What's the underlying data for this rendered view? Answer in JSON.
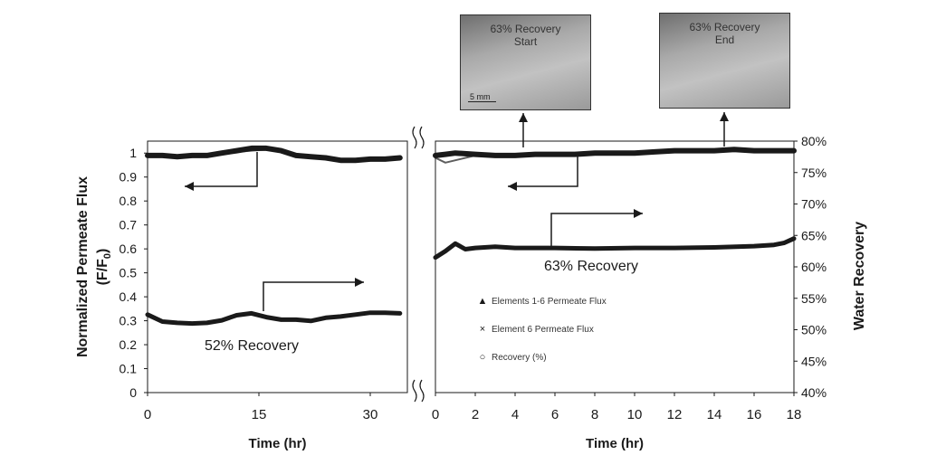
{
  "chart_data": {
    "type": "line",
    "left_axis": {
      "label_line1": "Normalized Permeate Flux",
      "label_line2": "(F/F",
      "label_sub": "0",
      "label_end": ")",
      "range": [
        0,
        1.05
      ],
      "ticks": [
        "0",
        "0.1",
        "0.2",
        "0.3",
        "0.4",
        "0.5",
        "0.6",
        "0.7",
        "0.8",
        "0.9",
        "1"
      ]
    },
    "right_axis": {
      "label": "Water Recovery",
      "range": [
        40,
        80
      ],
      "ticks": [
        "40%",
        "45%",
        "50%",
        "55%",
        "60%",
        "65%",
        "70%",
        "75%",
        "80%"
      ]
    },
    "panels": [
      {
        "xlabel": "Time (hr)",
        "xlim": [
          0,
          35
        ],
        "xticks": [
          "0",
          "15",
          "30"
        ],
        "annotation": "52% Recovery",
        "series": [
          {
            "name": "Elements 1-6 Permeate Flux",
            "x": [
              0,
              2,
              4,
              6,
              8,
              10,
              12,
              14,
              16,
              18,
              20,
              22,
              24,
              26,
              28,
              30,
              32,
              34
            ],
            "y": [
              0.99,
              0.99,
              0.985,
              0.99,
              0.99,
              1.0,
              1.01,
              1.02,
              1.02,
              1.01,
              0.99,
              0.985,
              0.98,
              0.97,
              0.97,
              0.975,
              0.975,
              0.98
            ]
          },
          {
            "name": "Element 6 Permeate Flux",
            "x": [
              0,
              2,
              4,
              6,
              8,
              10,
              12,
              14,
              16,
              18,
              20,
              22,
              24,
              26,
              28,
              30,
              32,
              34
            ],
            "y": [
              0.985,
              0.99,
              0.98,
              0.985,
              0.99,
              0.995,
              1.005,
              1.01,
              1.015,
              1.01,
              0.99,
              0.98,
              0.975,
              0.97,
              0.965,
              0.97,
              0.97,
              0.975
            ]
          },
          {
            "name": "Recovery (%)",
            "x": [
              0,
              2,
              4,
              6,
              8,
              10,
              12,
              14,
              16,
              18,
              20,
              22,
              24,
              26,
              28,
              30,
              32,
              34
            ],
            "y": [
              52.4,
              51.3,
              51.1,
              51.0,
              51.1,
              51.5,
              52.3,
              52.6,
              52.0,
              51.6,
              51.6,
              51.4,
              51.9,
              52.1,
              52.4,
              52.7,
              52.7,
              52.6
            ]
          }
        ]
      },
      {
        "xlabel": "Time (hr)",
        "xlim": [
          0,
          18
        ],
        "xticks": [
          "0",
          "2",
          "4",
          "6",
          "8",
          "10",
          "12",
          "14",
          "16",
          "18"
        ],
        "annotation": "63% Recovery",
        "series": [
          {
            "name": "Elements 1-6 Permeate Flux",
            "x": [
              0,
              0.5,
              1,
              2,
              3,
              4,
              5,
              6,
              7,
              8,
              9,
              10,
              11,
              12,
              13,
              14,
              15,
              16,
              17,
              18
            ],
            "y": [
              0.99,
              0.995,
              1.0,
              0.995,
              0.99,
              0.99,
              0.995,
              0.995,
              0.995,
              1.0,
              1.0,
              1.0,
              1.005,
              1.01,
              1.01,
              1.01,
              1.015,
              1.01,
              1.01,
              1.01
            ]
          },
          {
            "name": "Element 6 Permeate Flux",
            "x": [
              0,
              0.5,
              1,
              2,
              3,
              4,
              5,
              6,
              7,
              8,
              9,
              10,
              11,
              12,
              13,
              14,
              15,
              16,
              17,
              18
            ],
            "y": [
              0.98,
              0.96,
              0.97,
              0.99,
              0.985,
              0.985,
              0.99,
              0.99,
              0.99,
              0.995,
              1.0,
              1.0,
              1.005,
              1.01,
              1.005,
              1.01,
              1.01,
              1.005,
              1.01,
              1.005
            ]
          },
          {
            "name": "Recovery (%)",
            "x": [
              0,
              0.5,
              1,
              1.5,
              2,
              3,
              4,
              6,
              8,
              10,
              12,
              14,
              16,
              17,
              17.5,
              18
            ],
            "y": [
              61.5,
              62.5,
              63.7,
              62.8,
              63.0,
              63.2,
              63.0,
              63.0,
              62.9,
              63.0,
              63.0,
              63.1,
              63.3,
              63.5,
              63.8,
              64.5
            ]
          }
        ]
      }
    ],
    "legend": [
      {
        "marker": "▲",
        "label": "Elements 1-6 Permeate Flux"
      },
      {
        "marker": "×",
        "label": "Element 6 Permeate Flux"
      },
      {
        "marker": "○",
        "label": "Recovery (%)"
      }
    ]
  },
  "photos": [
    {
      "line1": "63% Recovery",
      "line2": "Start",
      "scale": "5 mm"
    },
    {
      "line1": "63% Recovery",
      "line2": "End"
    }
  ],
  "colors": {
    "series": "#1a1a1a",
    "accent": "#444444"
  }
}
